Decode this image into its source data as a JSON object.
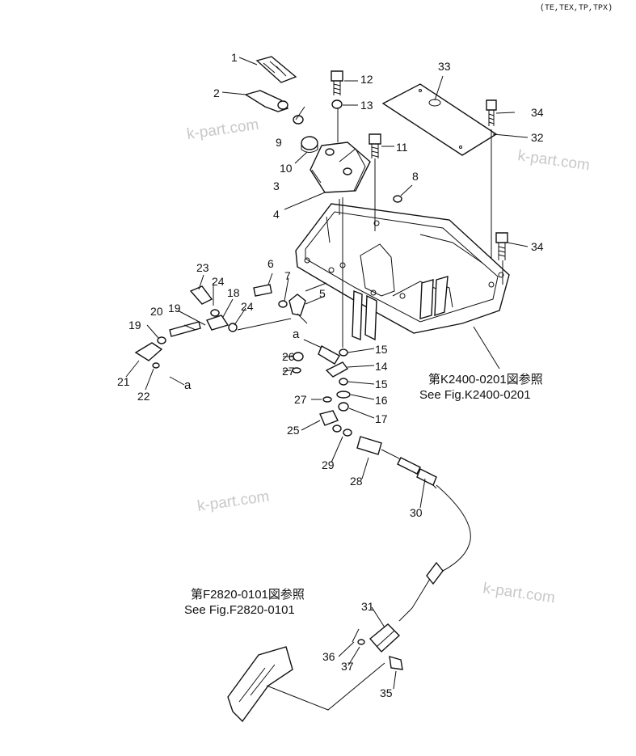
{
  "header": {
    "variants": "(TE,TEX,TP,TPX)"
  },
  "watermark": "k-part.com",
  "callouts": [
    "1",
    "2",
    "3",
    "4",
    "5",
    "6",
    "7",
    "8",
    "9",
    "10",
    "11",
    "12",
    "13",
    "14",
    "15",
    "15",
    "16",
    "17",
    "18",
    "19",
    "19",
    "20",
    "21",
    "22",
    "23",
    "24",
    "24",
    "25",
    "26",
    "27",
    "27",
    "28",
    "29",
    "30",
    "31",
    "32",
    "33",
    "34",
    "34",
    "35",
    "36",
    "37"
  ],
  "view_marker": "a",
  "references": {
    "k2400_jp": "第K2400-0201図参照",
    "k2400_en": "See Fig.K2400-0201",
    "f2820_jp": "第F2820-0101図参照",
    "f2820_en": "See Fig.F2820-0101"
  }
}
